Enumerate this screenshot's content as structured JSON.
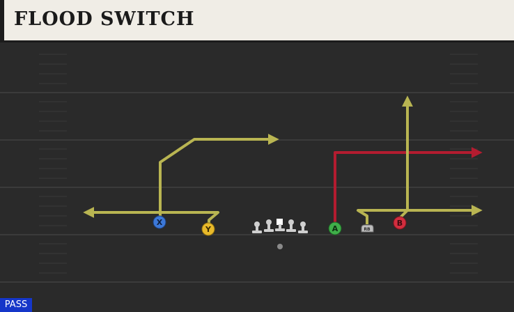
{
  "play": {
    "title": "FLOOD SWITCH",
    "type_badge": "PASS"
  },
  "colors": {
    "route_primary": "#b9b552",
    "route_highlight": "#b31c30",
    "field_background": "#2a2a2a",
    "title_background": "#f0ede6",
    "badge_background": "#1536c9",
    "player_x": "#3c78d8",
    "player_y": "#e8b92a",
    "player_a": "#3fae49",
    "player_b": "#d22d3e",
    "lineman": "#cfcfcf"
  },
  "players": [
    {
      "id": "X",
      "label": "X",
      "icon": "xbox-x-button-icon"
    },
    {
      "id": "Y",
      "label": "Y",
      "icon": "xbox-y-button-icon"
    },
    {
      "id": "A",
      "label": "A",
      "icon": "xbox-a-button-icon"
    },
    {
      "id": "RB",
      "label": "RB",
      "icon": "xbox-rb-bumper-icon"
    },
    {
      "id": "B",
      "label": "B",
      "icon": "xbox-b-button-icon"
    }
  ],
  "routes": [
    {
      "player": "X",
      "route": "corner",
      "highlighted": false
    },
    {
      "player": "Y",
      "route": "flat-left",
      "highlighted": false
    },
    {
      "player": "A",
      "route": "out",
      "highlighted": true
    },
    {
      "player": "RB",
      "route": "flat-right",
      "highlighted": false
    },
    {
      "player": "B",
      "route": "streak",
      "highlighted": false
    }
  ]
}
